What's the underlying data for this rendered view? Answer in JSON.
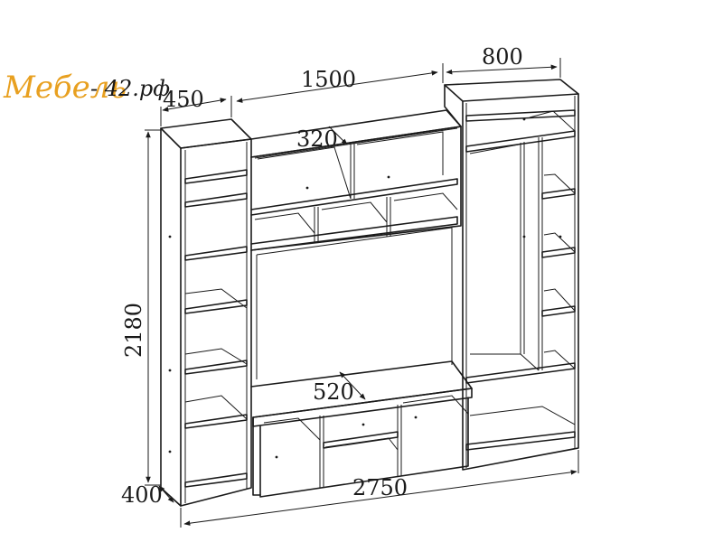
{
  "logo": {
    "brand": "Мебель",
    "suffix": " - 42.рф"
  },
  "dimensions": {
    "left_width": "450",
    "center_width": "1500",
    "right_width": "800",
    "shelf_depth": "320",
    "height": "2180",
    "tv_depth": "520",
    "depth": "400",
    "total_width": "2750"
  }
}
